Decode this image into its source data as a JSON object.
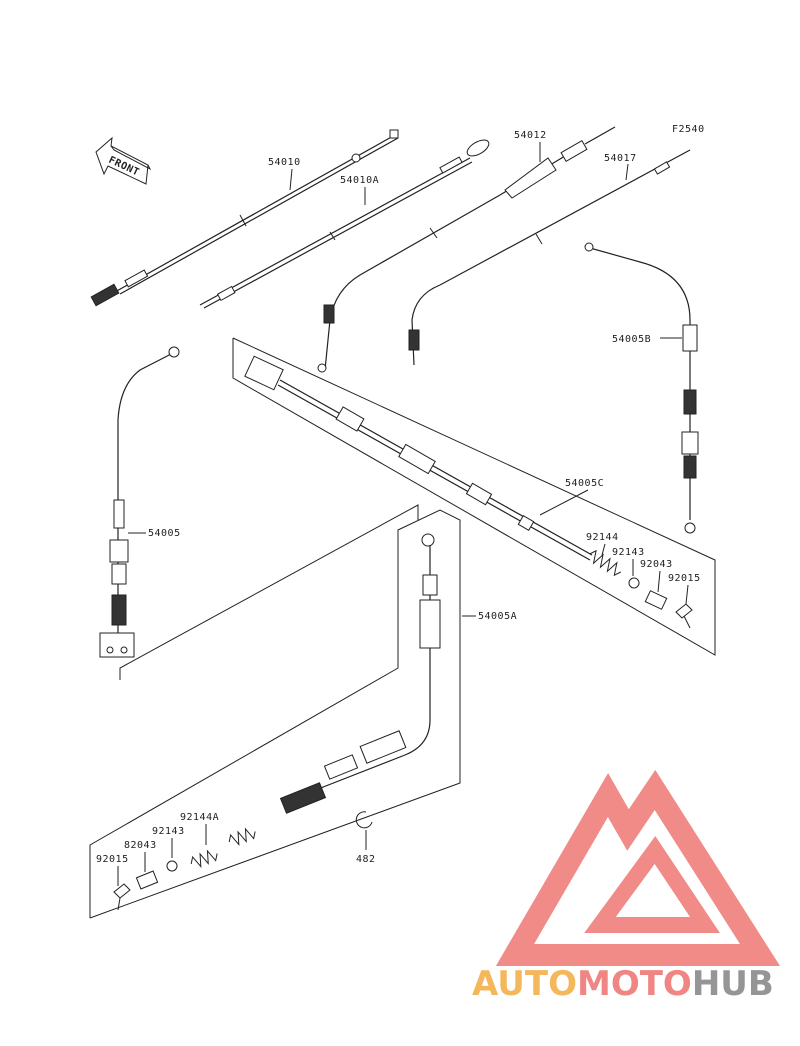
{
  "diagram": {
    "code": "F2540",
    "front_label": "FRONT",
    "parts": {
      "p54010": "54010",
      "p54010a": "54010A",
      "p54012": "54012",
      "p54017": "54017",
      "p54005b": "54005B",
      "p54005c": "54005C",
      "p92144": "92144",
      "p92143": "92143",
      "p92043": "92043",
      "p92015": "92015",
      "p54005": "54005",
      "p54005a": "54005A",
      "p92144a": "92144A",
      "p92143b": "92143",
      "p82043": "82043",
      "p92015b": "92015",
      "p482": "482"
    }
  },
  "watermark": {
    "word_part1": "AUTO",
    "word_part2": "MOTO",
    "word_part3": "HUB",
    "colors": {
      "orange": "#f5b04a",
      "red": "#ee7a76",
      "gray": "#8a8a8a",
      "triangle": "#f07f7b"
    }
  }
}
